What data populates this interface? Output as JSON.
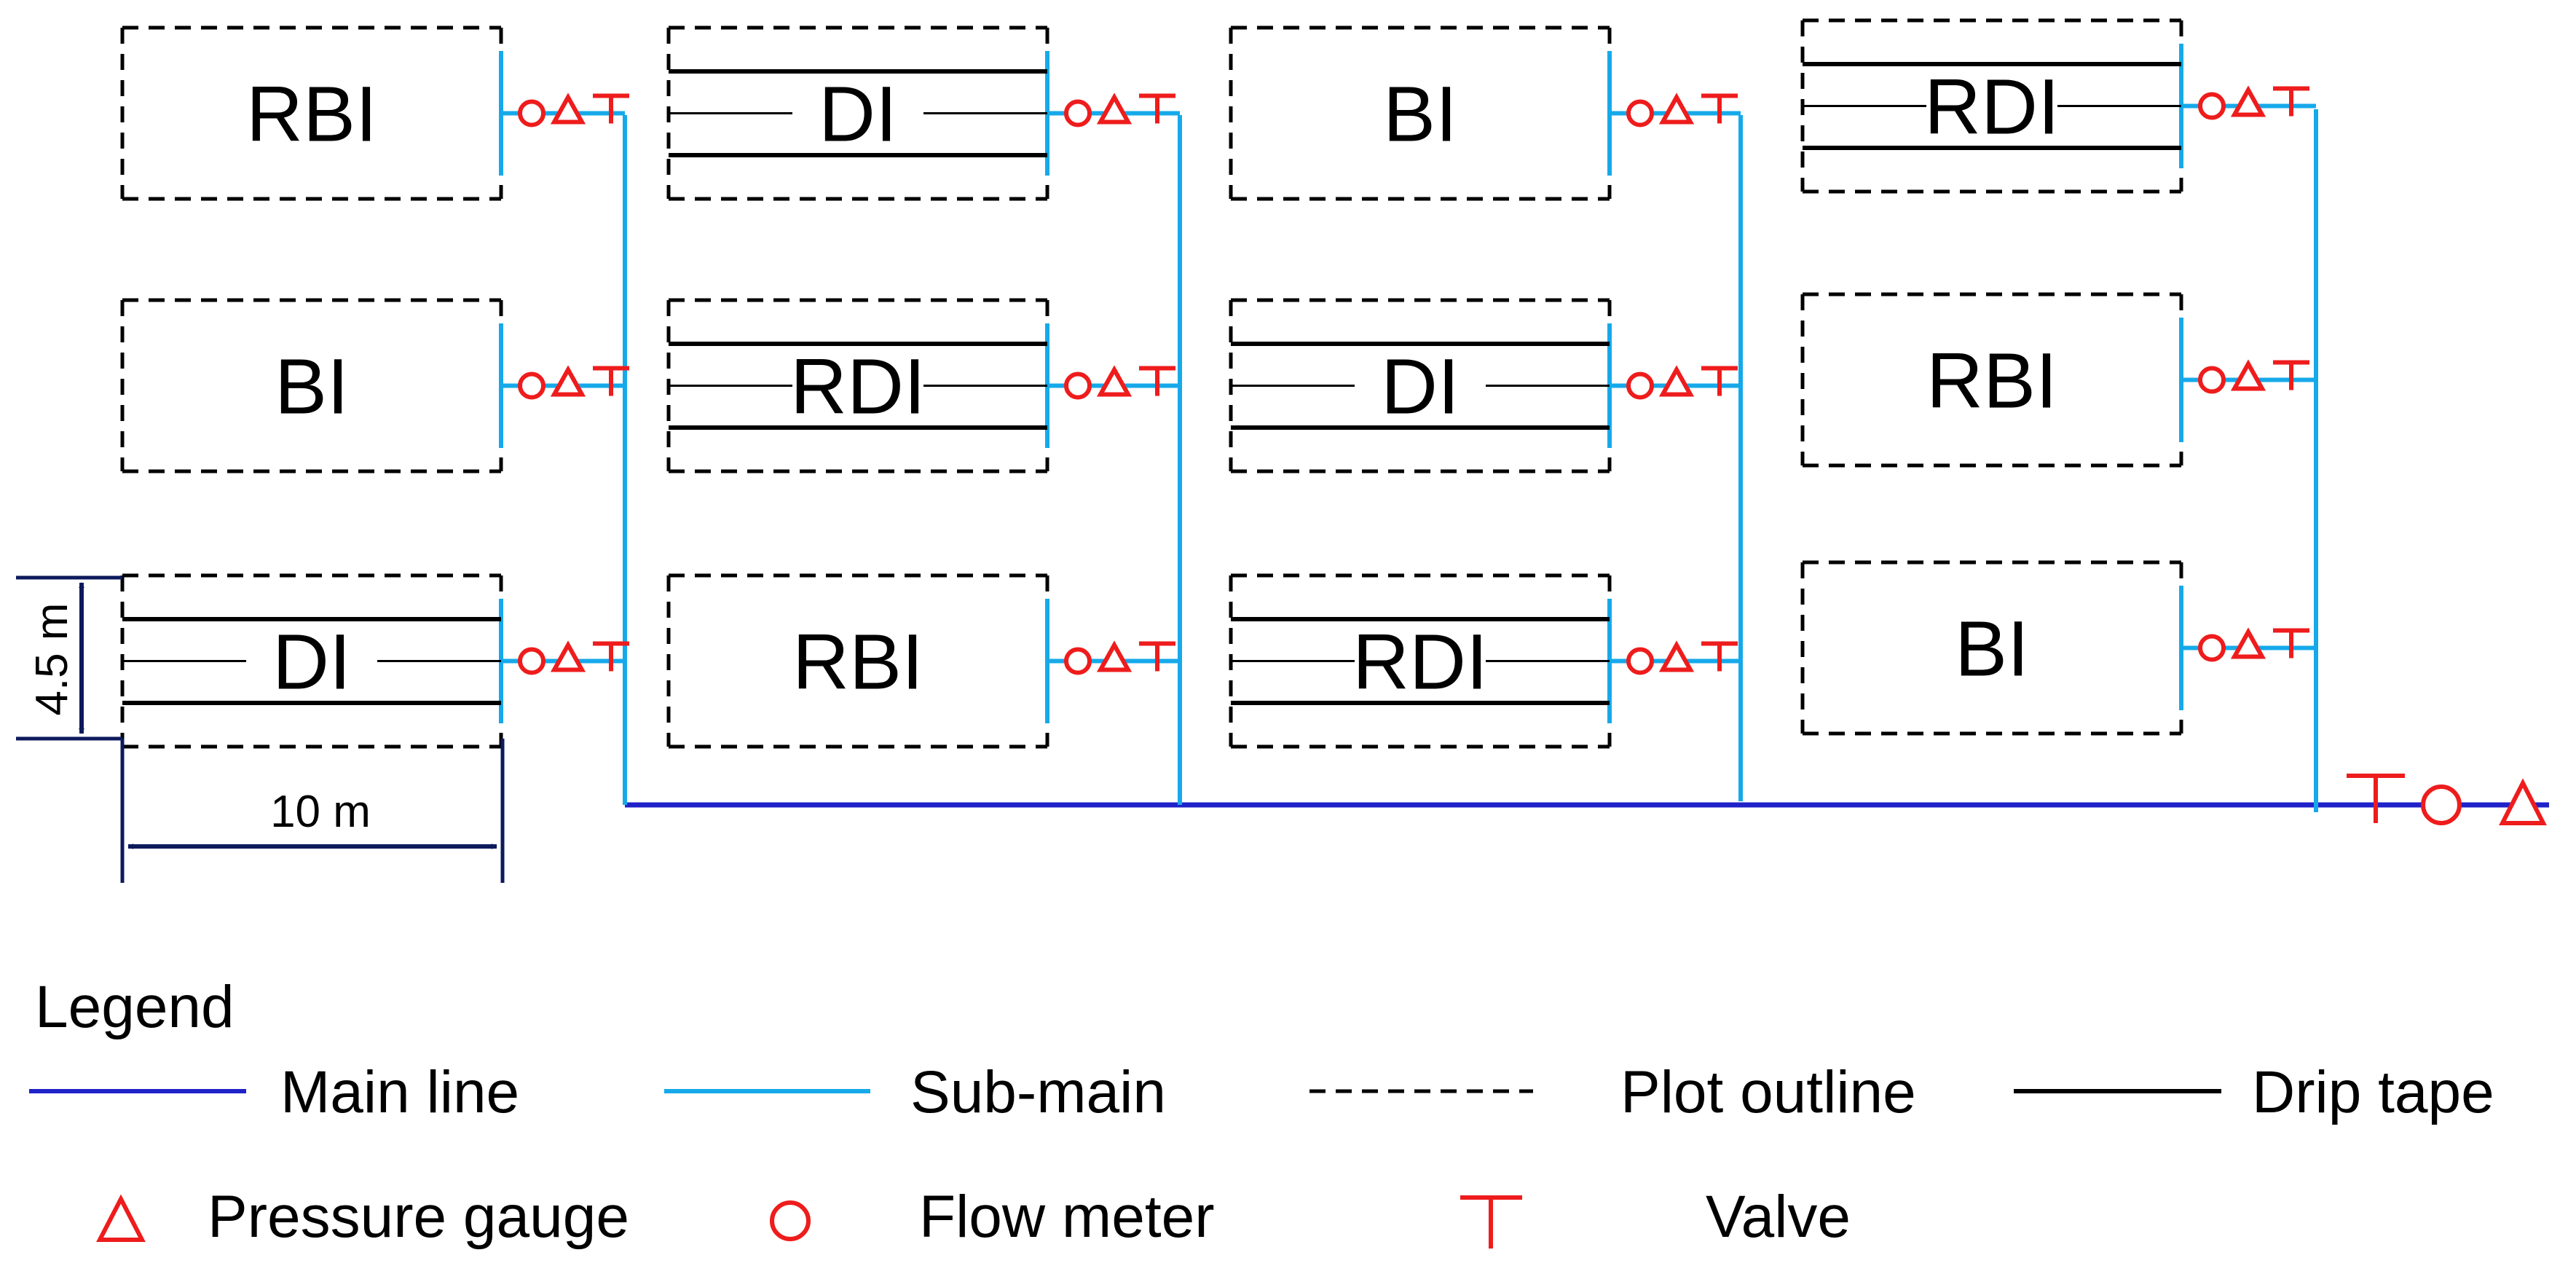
{
  "diagram": {
    "plots": [
      {
        "label": "RBI",
        "drip": false
      },
      {
        "label": "BI",
        "drip": false
      },
      {
        "label": "DI",
        "drip": true
      },
      {
        "label": "DI",
        "drip": true
      },
      {
        "label": "RDI",
        "drip": true
      },
      {
        "label": "RBI",
        "drip": false
      },
      {
        "label": "BI",
        "drip": false
      },
      {
        "label": "DI",
        "drip": true
      },
      {
        "label": "RDI",
        "drip": true
      },
      {
        "label": "RDI",
        "drip": true
      },
      {
        "label": "RBI",
        "drip": false
      },
      {
        "label": "BI",
        "drip": false
      }
    ],
    "dimensions": {
      "width_label": "10 m",
      "height_label": "4.5 m"
    },
    "colors": {
      "main_line": "#1f22c8",
      "sub_main": "#16a9ea",
      "symbol": "#ee1c1c",
      "outline": "#000000",
      "dimension": "#0d1a5c"
    }
  },
  "legend": {
    "title": "Legend",
    "main_line": "Main line",
    "sub_main": "Sub-main",
    "plot_outline": "Plot outline",
    "drip_tape": "Drip tape",
    "pressure_gauge": "Pressure gauge",
    "flow_meter": "Flow meter",
    "valve": "Valve"
  }
}
